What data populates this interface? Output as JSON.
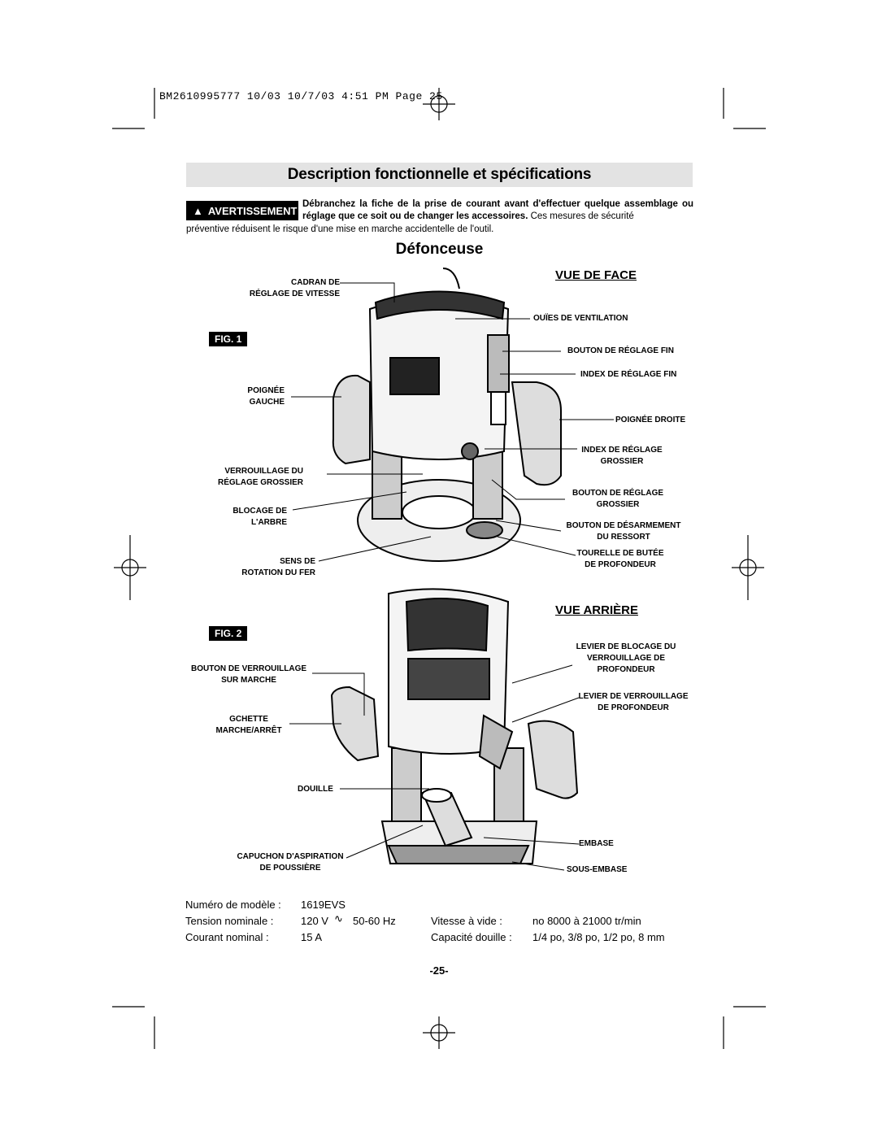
{
  "header": {
    "slug": "BM2610995777 10/03  10/7/03  4:51 PM  Page 25"
  },
  "section": {
    "title": "Description fonctionnelle et spécifications"
  },
  "warning": {
    "badge": "AVERTISSEMENT",
    "text_bold": "Débranchez la fiche de la prise de courant avant d'effectuer quelque assemblage ou réglage que ce soit ou de changer les accessoires.",
    "text_rest": " Ces mesures de sécurité",
    "text_line2": "préventive réduisent le risque d'une mise en marche accidentelle de l'outil."
  },
  "tool": {
    "name": "Défonceuse"
  },
  "fig1": {
    "badge": "FIG. 1",
    "view": "VUE DE FACE",
    "left_labels": [
      "CADRAN DE\nRÉGLAGE DE VITESSE",
      "POIGNÉE\nGAUCHE",
      "VERROUILLAGE DU\nRÉGLAGE GROSSIER",
      "BLOCAGE DE\nL'ARBRE",
      "SENS DE\nROTATION DU FER"
    ],
    "right_labels": [
      "OUÏES DE VENTILATION",
      "BOUTON DE RÉGLAGE FIN",
      "INDEX DE RÉGLAGE FIN",
      "POIGNÉE DROITE",
      "INDEX DE RÉGLAGE\nGROSSIER",
      "BOUTON DE RÉGLAGE\nGROSSIER",
      "BOUTON DE DÉSARMEMENT\nDU RESSORT",
      "TOURELLE DE BUTÉE\nDE PROFONDEUR"
    ]
  },
  "fig2": {
    "badge": "FIG. 2",
    "view": "VUE ARRIÈRE",
    "left_labels": [
      "BOUTON DE VERROUILLAGE\nSUR MARCHE",
      "GCHETTE\nMARCHE/ARRÊT",
      "DOUILLE",
      "CAPUCHON D'ASPIRATION\nDE POUSSIÈRE"
    ],
    "right_labels": [
      "LEVIER DE BLOCAGE DU\nVERROUILLAGE DE\nPROFONDEUR",
      "LEVIER DE VERROUILLAGE\nDE PROFONDEUR",
      "EMBASE",
      "SOUS-EMBASE"
    ]
  },
  "specs": {
    "model_label": "Numéro de modèle :",
    "model_value": "1619EVS",
    "voltage_label": "Tension nominale :",
    "voltage_value": "120 V",
    "voltage_freq": "50-60 Hz",
    "current_label": "Courant nominal :",
    "current_value": "15 A",
    "speed_label": "Vitesse à vide :",
    "speed_value": "no 8000 à 21000 tr/min",
    "collet_label": "Capacité douille :",
    "collet_value": "1/4 po, 3/8 po, 1/2 po, 8 mm"
  },
  "page_number": "-25-"
}
